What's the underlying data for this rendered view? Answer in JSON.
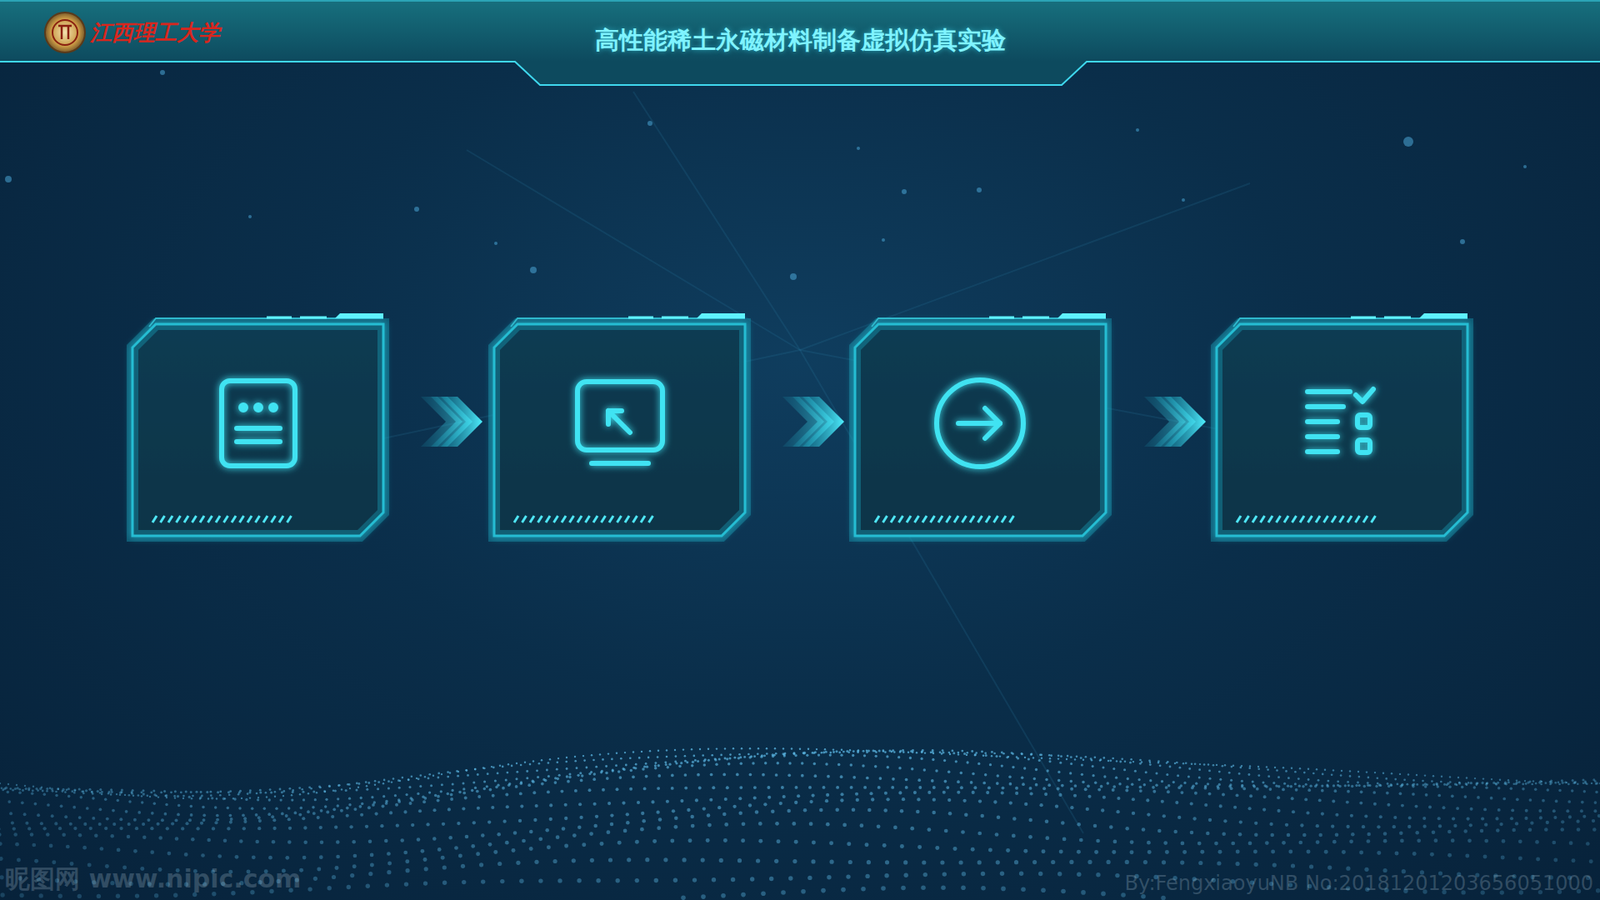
{
  "diagram": {
    "title": "高性能稀土永磁材料制备虚拟仿真实验",
    "labels": [
      "江西理工大学",
      "昵图网 www.nipic.com",
      "By:FengxiaoyuNB No:20181201203656051000"
    ]
  }
}
